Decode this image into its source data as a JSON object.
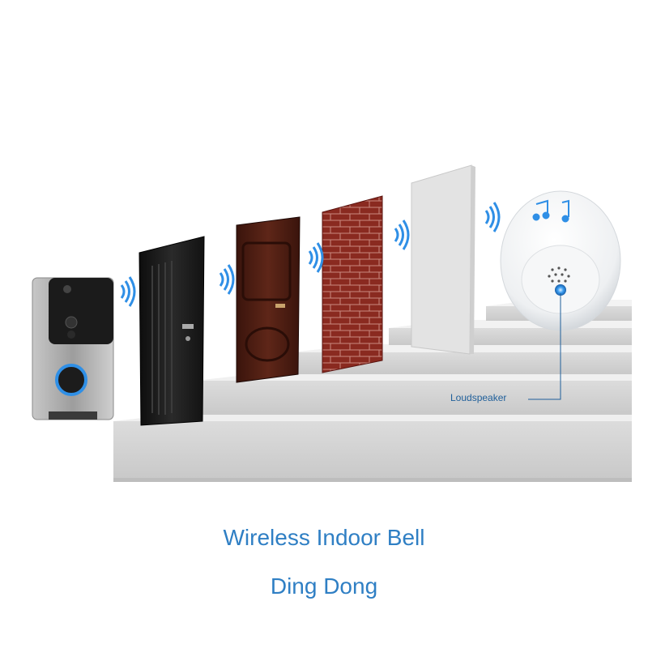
{
  "callout": {
    "label": "Loudspeaker"
  },
  "captions": {
    "line1": "Wireless Indoor Bell",
    "line2": "Ding Dong"
  },
  "colors": {
    "caption": "#2f7fc4",
    "accent_led": "#2f8fe6",
    "brick": "#8c2a22",
    "door_dark": "#151515",
    "door_brown": "#4a1e14"
  },
  "icons": [
    "wifi-signal-icon",
    "music-notes-icon"
  ]
}
